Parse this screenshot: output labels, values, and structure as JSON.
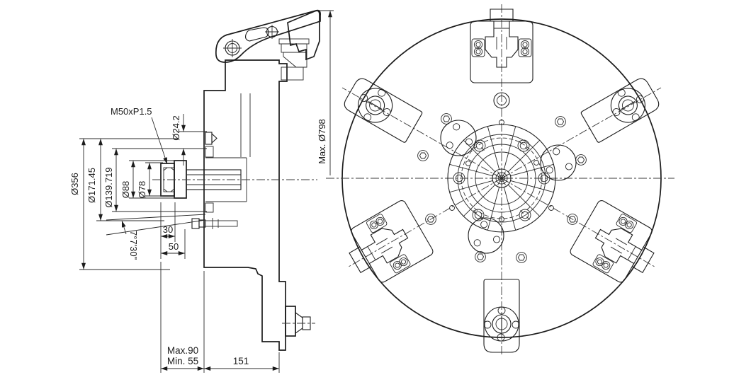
{
  "page": {
    "background": "#ffffff",
    "ink": "#1c1c1c",
    "body_fill": "#ececec",
    "face_fill": "#efefef",
    "white_fill": "#ffffff"
  },
  "side_view": {
    "dimensions": {
      "thread": "M50xP1.5",
      "pilot_dia": "Ø24.2",
      "body_dia": "Ø356",
      "mount_dia": "Ø171.45",
      "taper_dia": "Ø139.719",
      "collar_dia": "Ø88",
      "draw_thread_dia": "Ø78",
      "depth_30": "30",
      "depth_50": "50",
      "taper_angle": "7°7'30\"",
      "stroke_max": "Max.90",
      "stroke_min": "Min. 55",
      "overall_length": "151"
    }
  },
  "front_view": {
    "dimensions": {
      "max_swing_dia": "Max. Ø798"
    }
  }
}
